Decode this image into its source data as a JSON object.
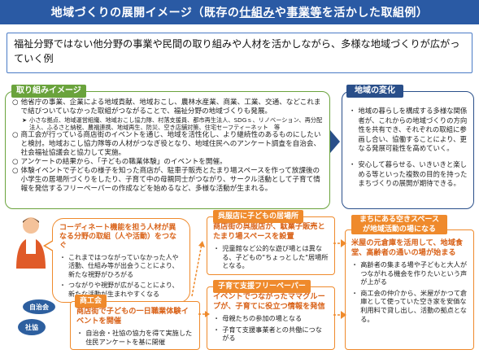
{
  "header": {
    "title_a": "地域づくりの展開イメージ（既存の",
    "title_u1": "仕組み",
    "title_b": "や",
    "title_u2": "事業等",
    "title_c": "を活かした取組例）"
  },
  "subtitle": "福祉分野ではない他分野の事業や民間の取り組みや人材を活かしながら、多様な地域づくりが広がっていく例",
  "left_panel": {
    "tag": "取り組みイメージ",
    "items": [
      {
        "bullet": "○",
        "text": "他省庁の事業、企業による地域貢献、地域おこし、農林水産業、商業、工業、交通、などこれまで結びついていなかった取組がつながることで、福祉分野の地域づくりも発展。"
      },
      {
        "bullet": "➤",
        "text": "小さな拠点、地域運営組織、地域おこし協力隊、村落支援員、都市再生法人、SDGｓ、リノベーション、再分配法人、ふるさと納税、農福連携、地域再生、防災、空き店舗対策、住宅セーフティーネット　等",
        "sub": true
      },
      {
        "bullet": "○",
        "text": "商工会が行っている商店街のイベントを通じ、地域を活性化し、より継続性のあるものにしたいと検討。地域おこし協力隊等の人材がつなぎ役となり、地域住民へのアンケート調査を自治会、社会福祉協議会と協力して実施。"
      },
      {
        "bullet": "○",
        "text": "アンケートの結果から、「子どもの職業体験」のイベントを開催。"
      },
      {
        "bullet": "○",
        "text": "体験イベントで子どもの様子を知った商店が、駐車子販売とたまり場スペースを作って放課後の小学生の居場所づくりをしたり、子育て中の母親同士がつながり、サークル活動として子育て情報を発信するフリーペーパーの作成などを始めるなど、多様な活動が生まれる。"
      }
    ]
  },
  "right_panel": {
    "tag": "地域の変化",
    "items": [
      {
        "bullet": "・",
        "text": "地域の暮らしを構成する多様な関係者が、これからの地域づくりの方向性を共有でき、それぞれの取組に参画し合い、協働することにより、更なる発展可能性を高めていく。"
      },
      {
        "bullet": "・",
        "text": "安心して暮らせる、いきいきと楽しめる等といった複数の目的を持ったまちづくりの展開が期待できる。"
      }
    ]
  },
  "coordinator": {
    "title": "コーディネート機能を担う人材が異なる分野の取組（人や活動）をつなぐ",
    "items": [
      {
        "bullet": "・",
        "text": "これまではつながっていなかった人や活動、仕組み等が出会うことにより、新たな視野がひろがる"
      },
      {
        "bullet": "・",
        "text": "つながりや視野が広がることにより、新たな活動が生まれやすくなる"
      }
    ]
  },
  "circles": {
    "jichikai": "自治会",
    "shakyo": "社協"
  },
  "shokokai": {
    "tag": "商工会",
    "title": "商店街で子どもの一日職業体験イベントを開催",
    "items": [
      {
        "bullet": "・",
        "text": "自治会・社協の協力を得て実施した住民アンケートを基に開催"
      }
    ]
  },
  "shotengai": {
    "tag": "呉服店に子どもの居場所",
    "title": "商店街の呉服店が、駄菓子販売とたまり場スペースを設置",
    "items": [
      {
        "bullet": "・",
        "text": "児童館など公的な遊び場とは異なる、子どもの\"ちょっとした\"居場所となる。"
      }
    ]
  },
  "kosodate": {
    "tag": "子育て支援フリーペーパー",
    "title": "イベントでつながったママグループが、子育てに役立つ情報を発信",
    "items": [
      {
        "bullet": "・",
        "text": "母親たちの参加の場となる"
      },
      {
        "bullet": "・",
        "text": "子育て支援事業者との共働につながる"
      }
    ]
  },
  "akiya": {
    "tag": "まちにある空きスペースが地域活動の場になる",
    "title": "米屋の元倉庫を活用して、地域食堂、高齢者の通いの場が始まる",
    "items": [
      {
        "bullet": "・",
        "text": "高齢者の集まる場や子どもと大人がつながれる機会を作りたいという声が上がる"
      },
      {
        "bullet": "・",
        "text": "商工会の仲介から、米屋がかつて倉庫として使っていた空き家を安価な利用料で貸し出し、活動の拠点となる。"
      }
    ]
  },
  "colors": {
    "header": "#2a5aa4",
    "green": "#6aa33c",
    "navy": "#2a4f8a",
    "orange": "#ef8a2c"
  }
}
